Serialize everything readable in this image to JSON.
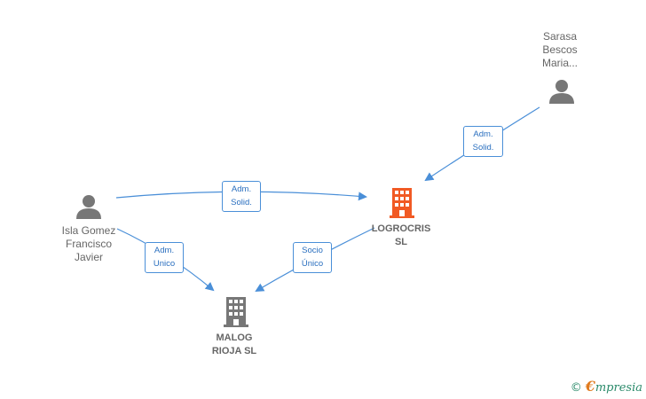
{
  "nodes": {
    "sarasa": {
      "label": "Sarasa\nBescos\nMaria..."
    },
    "isla": {
      "label": "Isla Gomez\nFrancisco\nJavier"
    },
    "logrocris": {
      "label": "LOGROCRIS\nSL"
    },
    "malog": {
      "label": "MALOG\nRIOJA SL"
    }
  },
  "edges": {
    "sarasa_logrocris": {
      "line1": "Adm.",
      "line2": "Solid."
    },
    "isla_logrocris": {
      "line1": "Adm.",
      "line2": "Solid."
    },
    "isla_malog": {
      "line1": "Adm.",
      "line2": "Unico"
    },
    "logrocris_malog": {
      "line1": "Socio",
      "line2": "Único"
    }
  },
  "brand": {
    "copyright": "©",
    "initial": "€",
    "name": "mpresia"
  },
  "colors": {
    "edge": "#4a8fd8",
    "person": "#777777",
    "company": "#777777",
    "highlight_company": "#f15a24"
  },
  "icons": {
    "person": "person-icon",
    "company": "building-icon"
  }
}
